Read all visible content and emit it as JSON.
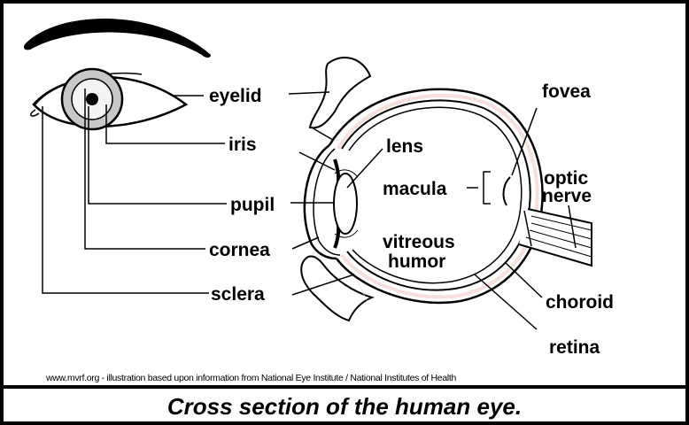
{
  "labels": {
    "eyelid": "eyelid",
    "iris": "iris",
    "pupil": "pupil",
    "cornea": "cornea",
    "sclera": "sclera",
    "lens": "lens",
    "macula": "macula",
    "vitreous_1": "vitreous",
    "vitreous_2": "humor",
    "fovea": "fovea",
    "optic_1": "optic",
    "optic_2": "nerve",
    "choroid": "choroid",
    "retina": "retina"
  },
  "credit": "www.mvrf.org - illustration based upon information from National Eye Institute / National Institutes of Health",
  "caption": "Cross section of the human eye.",
  "colors": {
    "tissue_pink": "#f6dcd8",
    "line": "#000000",
    "iris_gray": "#c8c8c8"
  }
}
